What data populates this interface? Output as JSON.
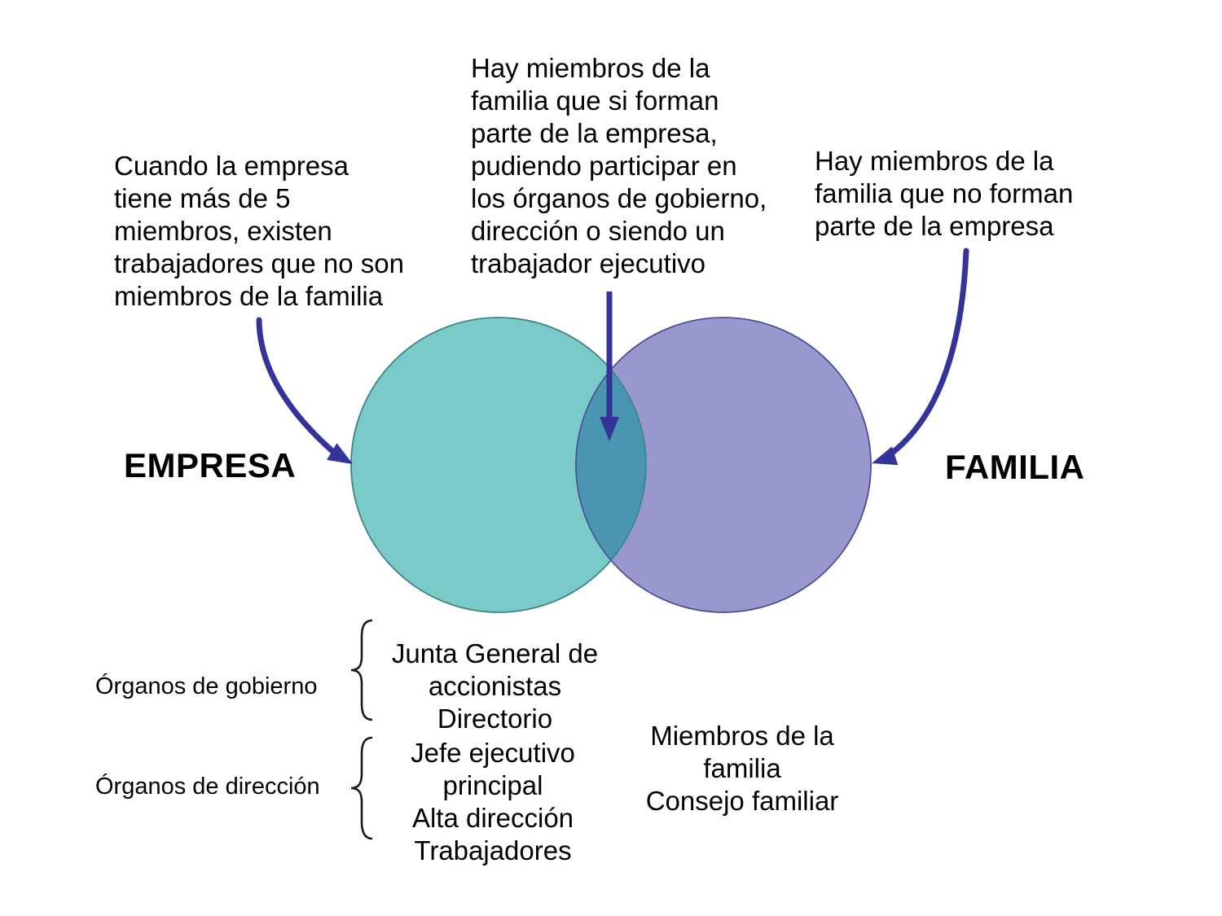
{
  "venn": {
    "empresa_label": "EMPRESA",
    "familia_label": "FAMILIA",
    "colors": {
      "empresa_fill": "#7ACACA",
      "empresa_stroke": "#3D8383",
      "familia_fill": "#9898CE",
      "familia_stroke": "#4C4C94",
      "overlap_fill": "#4A96B0",
      "arrow": "#333399",
      "brace": "#1A1A1A"
    }
  },
  "annotations": {
    "empresa_note": "Cuando la empresa\ntiene más de 5\nmiembros, existen\ntrabajadores que no son\nmiembros de la familia",
    "overlap_note": "Hay miembros de la\nfamilia que si forman\nparte de la empresa,\npudiendo participar en\nlos órganos de gobierno,\ndirección o siendo un\ntrabajador ejecutivo",
    "familia_note": "Hay miembros de la\nfamilia que no forman\nparte de la empresa"
  },
  "empresa_detail": {
    "groups": [
      {
        "label": "Órganos de gobierno",
        "items": "Junta General de\naccionistas\nDirectorio"
      },
      {
        "label": "Órganos de dirección",
        "items": "Jefe ejecutivo\nprincipal\nAlta dirección\nTrabajadores"
      }
    ]
  },
  "familia_detail": {
    "items": "Miembros de la\nfamilia\nConsejo familiar"
  }
}
